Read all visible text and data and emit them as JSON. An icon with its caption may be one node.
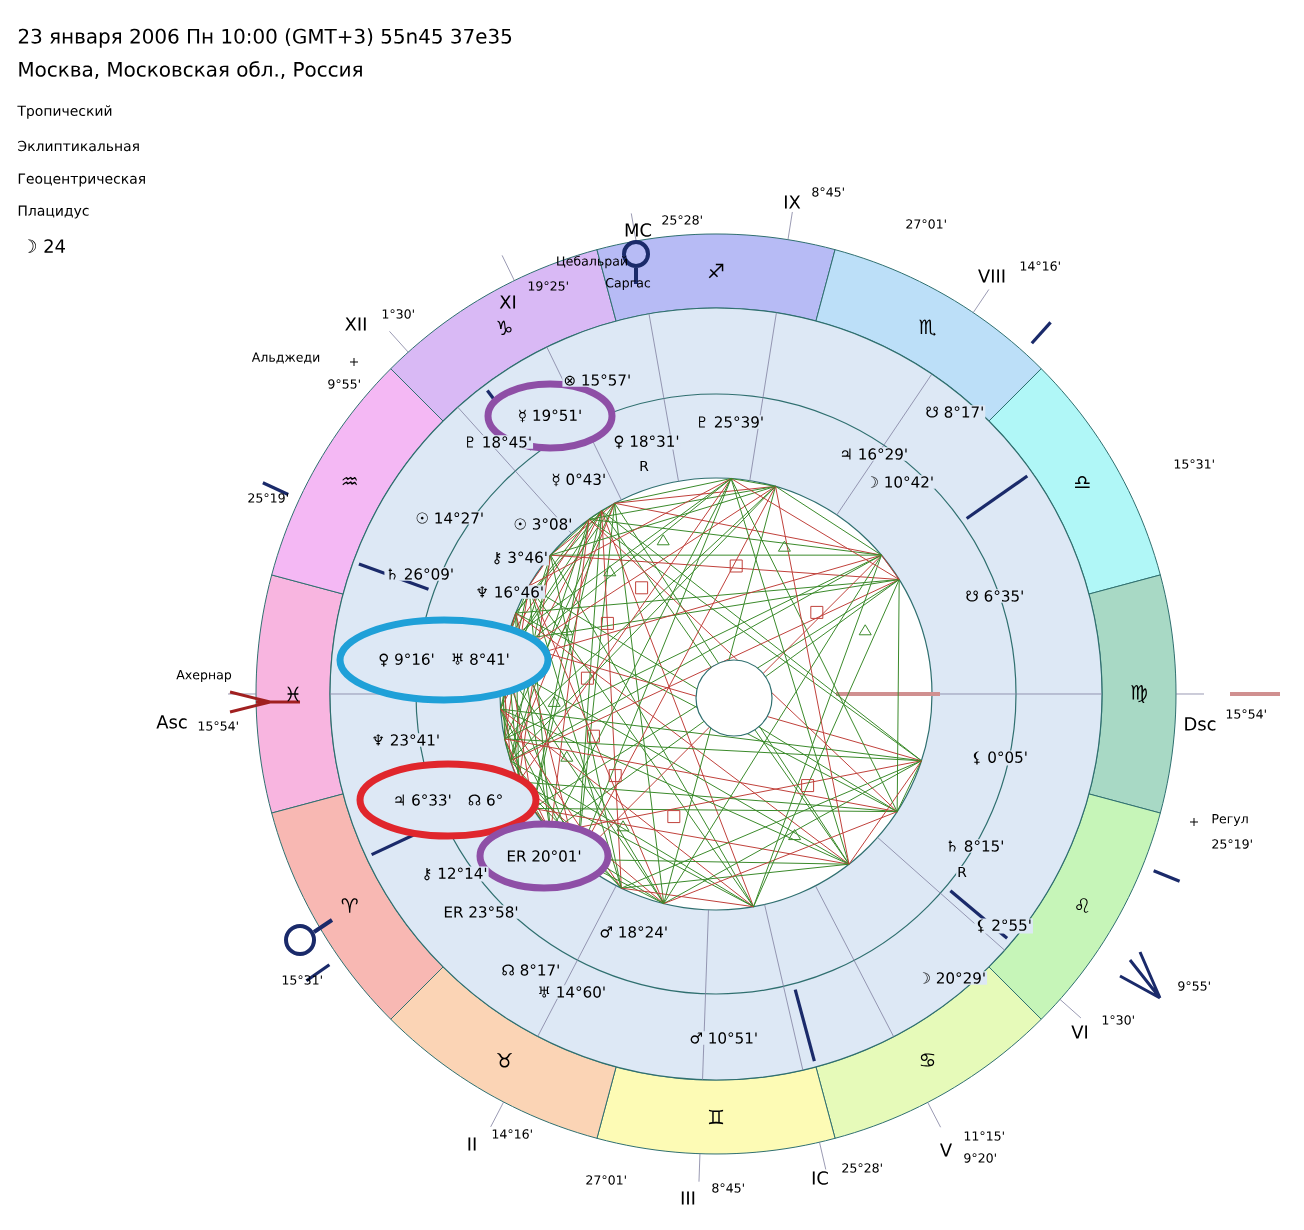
{
  "diagram": {
    "nodes": [
      {
        "text": [
          "☿ 19°51'"
        ]
      },
      {
        "text": [
          "♀ 9°16'",
          "♅ 8°41'"
        ]
      },
      {
        "text": [
          "♃ 6°33'",
          "☊ 6°"
        ]
      },
      {
        "text": [
          "ER 20°01'"
        ]
      }
    ],
    "labels": [
      "23 января 2006 Пн 10:00 (GMT+3) 55n45 37e35",
      "Москва, Московская обл., Россия",
      "Тропический",
      "Эклиптикальная",
      "Геоцентрическая",
      "Плацидус",
      "☽ 24",
      "MC",
      "25°28'",
      "Цебальрай",
      "Саргас",
      "XI",
      "19°25'",
      "IX",
      "8°45'",
      "27°01'",
      "VIII",
      "14°16'",
      "XII",
      "1°30'",
      "Альджеди",
      "9°55'",
      "25°19'",
      "15°31'",
      "Ахернар",
      "Asc",
      "15°54'",
      "Dsc",
      "15°54'",
      "Регул",
      "25°19'",
      "9°55'",
      "VI",
      "1°30'",
      "15°31'",
      "II",
      "14°16'",
      "27°01'",
      "III",
      "8°45'",
      "IC",
      "25°28'",
      "V",
      "11°15'",
      "9°20'",
      "♓",
      "♒",
      "♑",
      "♐",
      "♏",
      "♎",
      "♍",
      "♌",
      "♋",
      "♊",
      "♉",
      "♈",
      "⊗ 15°57'",
      "♇ 18°45'",
      "♀ 18°31'",
      "R",
      "☿ 0°43'",
      "♇ 25°39'",
      "☉ 14°27'",
      "☉ 3°08'",
      "⚷ 3°46'",
      "♄ 26°09'",
      "♆ 16°46'",
      "☋ 8°17'",
      "♃ 16°29'",
      "☽ 10°42'",
      "☋ 6°35'",
      "♆ 23°41'",
      "⚷ 12°14'",
      "ER 23°58'",
      "♂ 18°24'",
      "☊ 8°17'",
      "♅ 14°60'",
      "♂ 10°51'",
      "☽ 20°29'",
      "⚸ 0°05'",
      "♄ 8°15'",
      "R",
      "⚸ 2°55'"
    ]
  }
}
